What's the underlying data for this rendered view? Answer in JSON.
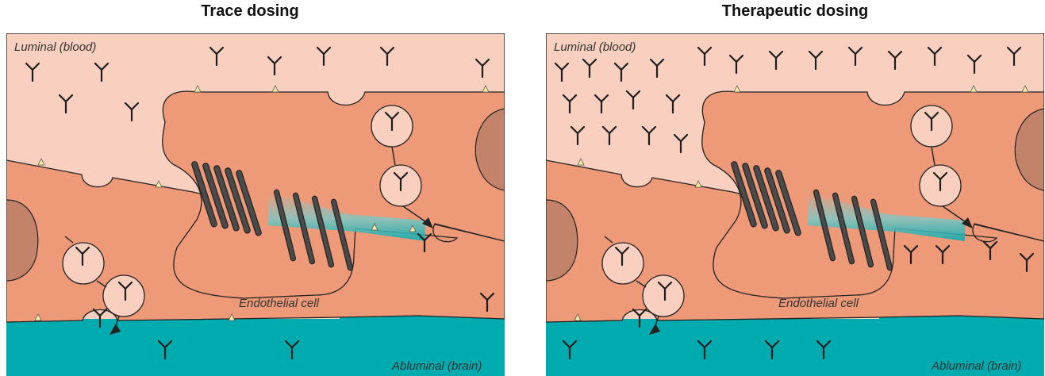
{
  "panels": [
    {
      "title": "Trace dosing",
      "labels": {
        "luminal": "Luminal (blood)",
        "endothelial": "Endothelial cell",
        "abluminal": "Abluminal (brain)"
      }
    },
    {
      "title": "Therapeutic dosing",
      "labels": {
        "luminal": "Luminal (blood)",
        "endothelial": "Endothelial cell",
        "abluminal": "Abluminal (brain)"
      }
    }
  ],
  "colors": {
    "blood": "#f9d0bf",
    "endothelial": "#ee9a79",
    "brain": "#00abb0",
    "nucleus": "#c3826a",
    "antibody": "#1c1c1c",
    "receptor": "#f3eda2",
    "junction": "#4a4a4a"
  }
}
